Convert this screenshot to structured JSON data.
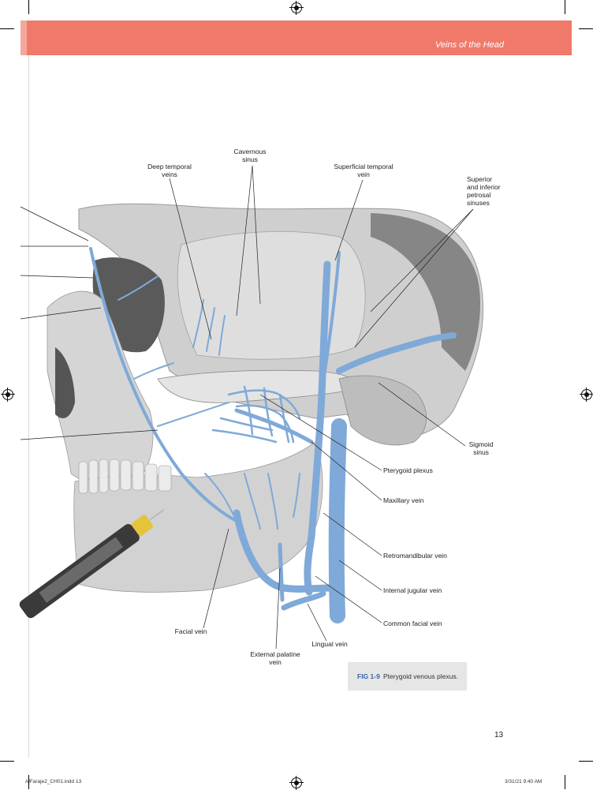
{
  "header": {
    "section_title": "Veins of the Head"
  },
  "figure": {
    "labels": {
      "cavernous_sinus": "Cavernous\nsinus",
      "deep_temporal_veins": "Deep temporal\nveins",
      "superficial_temporal_vein": "Superficial temporal\nvein",
      "superior_inferior_petrosal": "Superior\nand inferior\npetrosal\nsinuses",
      "sigmoid_sinus": "Sigmoid\nsinus",
      "pterygoid_plexus": "Pterygoid plexus",
      "maxillary_vein": "Maxillary vein",
      "retromandibular_vein": "Retromandibular vein",
      "internal_jugular_vein": "Internal jugular vein",
      "common_facial_vein": "Common facial vein",
      "lingual_vein": "Lingual vein",
      "external_palatine_vein": "External palatine\nvein",
      "facial_vein": "Facial vein"
    },
    "caption": {
      "number": "FIG 1-9",
      "text": "Pterygoid venous plexus."
    },
    "colors": {
      "vein": "#7fa9d8",
      "bone": "#d8d8d8",
      "header": "#f0796a",
      "caption_bg": "#e6e6e6"
    }
  },
  "page": {
    "number": "13"
  },
  "slug": {
    "left": "AlFaraje2_CH01.indd   13",
    "right": "3/31/21   9:40 AM"
  }
}
